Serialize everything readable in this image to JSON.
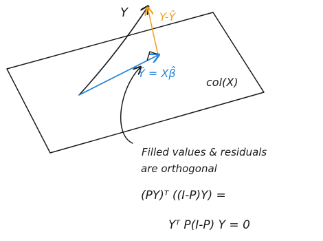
{
  "diagram": {
    "vectors": {
      "y_label": "Y",
      "residual_label": "Y-Ŷ",
      "fitted_label": "Ŷ = Xβ̂"
    },
    "plane": {
      "label": "col(X)"
    },
    "annotation": {
      "line1": "Filled values & residuals",
      "line2": "are orthogonal"
    },
    "equations": {
      "line1": "(PY)ᵀ ((I-P)Y) =",
      "line2": "Yᵀ P(I-P) Y  = 0"
    },
    "colors": {
      "ink": "#1b1b1b",
      "orange": "#f0a21a",
      "blue": "#2b84d8"
    }
  }
}
